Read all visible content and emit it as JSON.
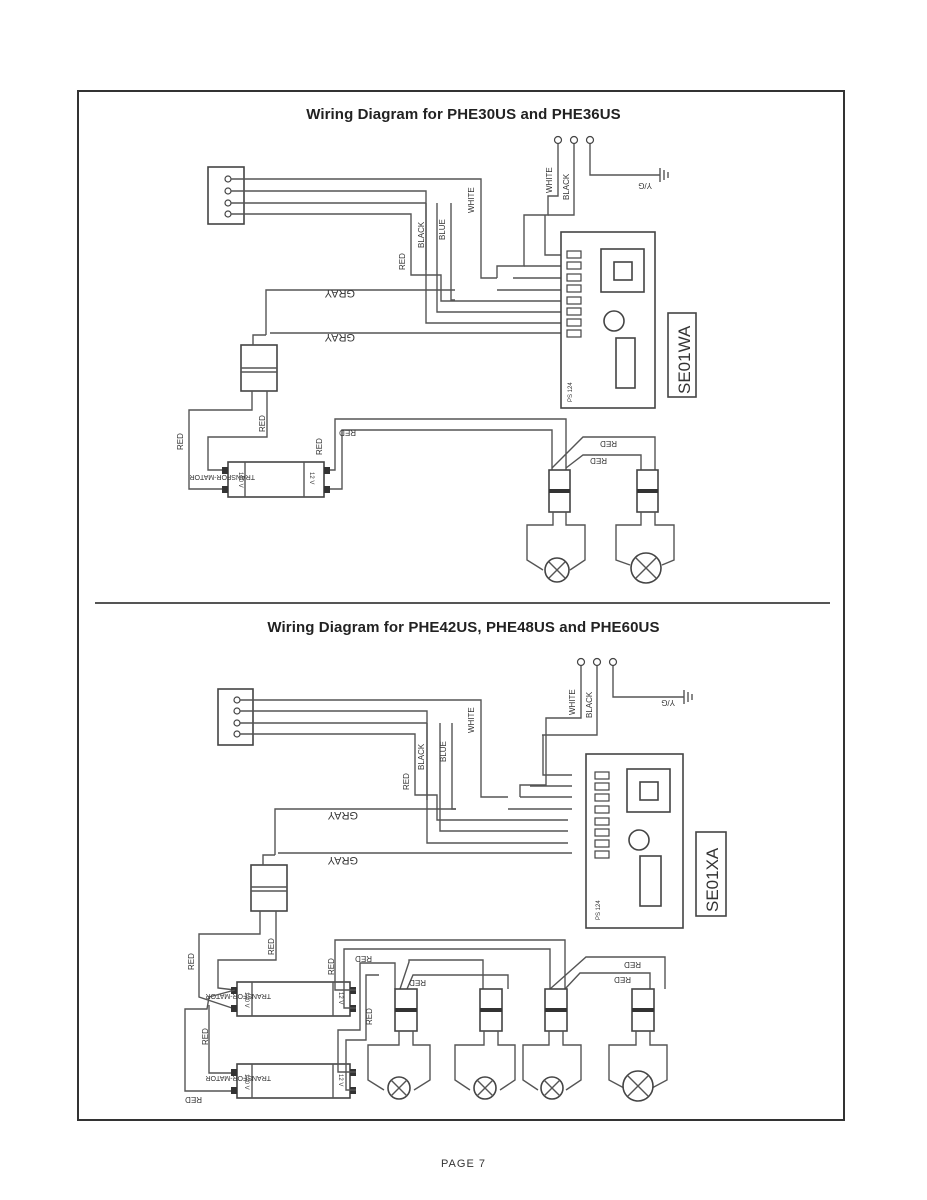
{
  "page": {
    "footer": "PAGE 7"
  },
  "diagrams": [
    {
      "title": "Wiring Diagram for PHE30US and PHE36US",
      "module_label": "SE01WA",
      "board_label": "PS 124",
      "wire_labels": {
        "white_top": "WHITE",
        "black_top": "BLACK",
        "ground": "Y/G",
        "white_mid": "WHITE",
        "black_mid": "BLACK",
        "blue_mid": "BLUE",
        "red_mid": "RED",
        "gray_1": "GRAY",
        "gray_2": "GRAY",
        "red_left": "RED",
        "red_conn": "RED",
        "red_tr_out": "RED",
        "red_bulb_feed": "RED",
        "red_lamp_a": "RED",
        "red_lamp_b": "RED"
      },
      "transformers": [
        {
          "input": "120 V",
          "name": "TRANSFOR-MATOR",
          "output": "12 V"
        }
      ],
      "lamp_count": 2
    },
    {
      "title": "Wiring Diagram for PHE42US, PHE48US and PHE60US",
      "module_label": "SE01XA",
      "board_label": "PS 124",
      "wire_labels": {
        "white_top": "WHITE",
        "black_top": "BLACK",
        "ground": "Y/G",
        "white_mid": "WHITE",
        "black_mid": "BLACK",
        "blue_mid": "BLUE",
        "red_mid": "RED",
        "gray_1": "GRAY",
        "gray_2": "GRAY",
        "red_left": "RED",
        "red_conn": "RED",
        "red_tr_out": "RED",
        "red_tr_out2": "RED",
        "red_lower": "RED",
        "red_bottom": "RED",
        "red_lamp_a": "RED",
        "red_lamp_b": "RED",
        "red_lamp_c": "RED",
        "red_lamp_d": "RED"
      },
      "transformers": [
        {
          "input": "120 V",
          "name": "TRANSFOR-MATOR",
          "output": "12 V"
        },
        {
          "input": "120 V",
          "name": "TRANSFOR-MATOR",
          "output": "12 V"
        }
      ],
      "lamp_count": 4
    }
  ]
}
